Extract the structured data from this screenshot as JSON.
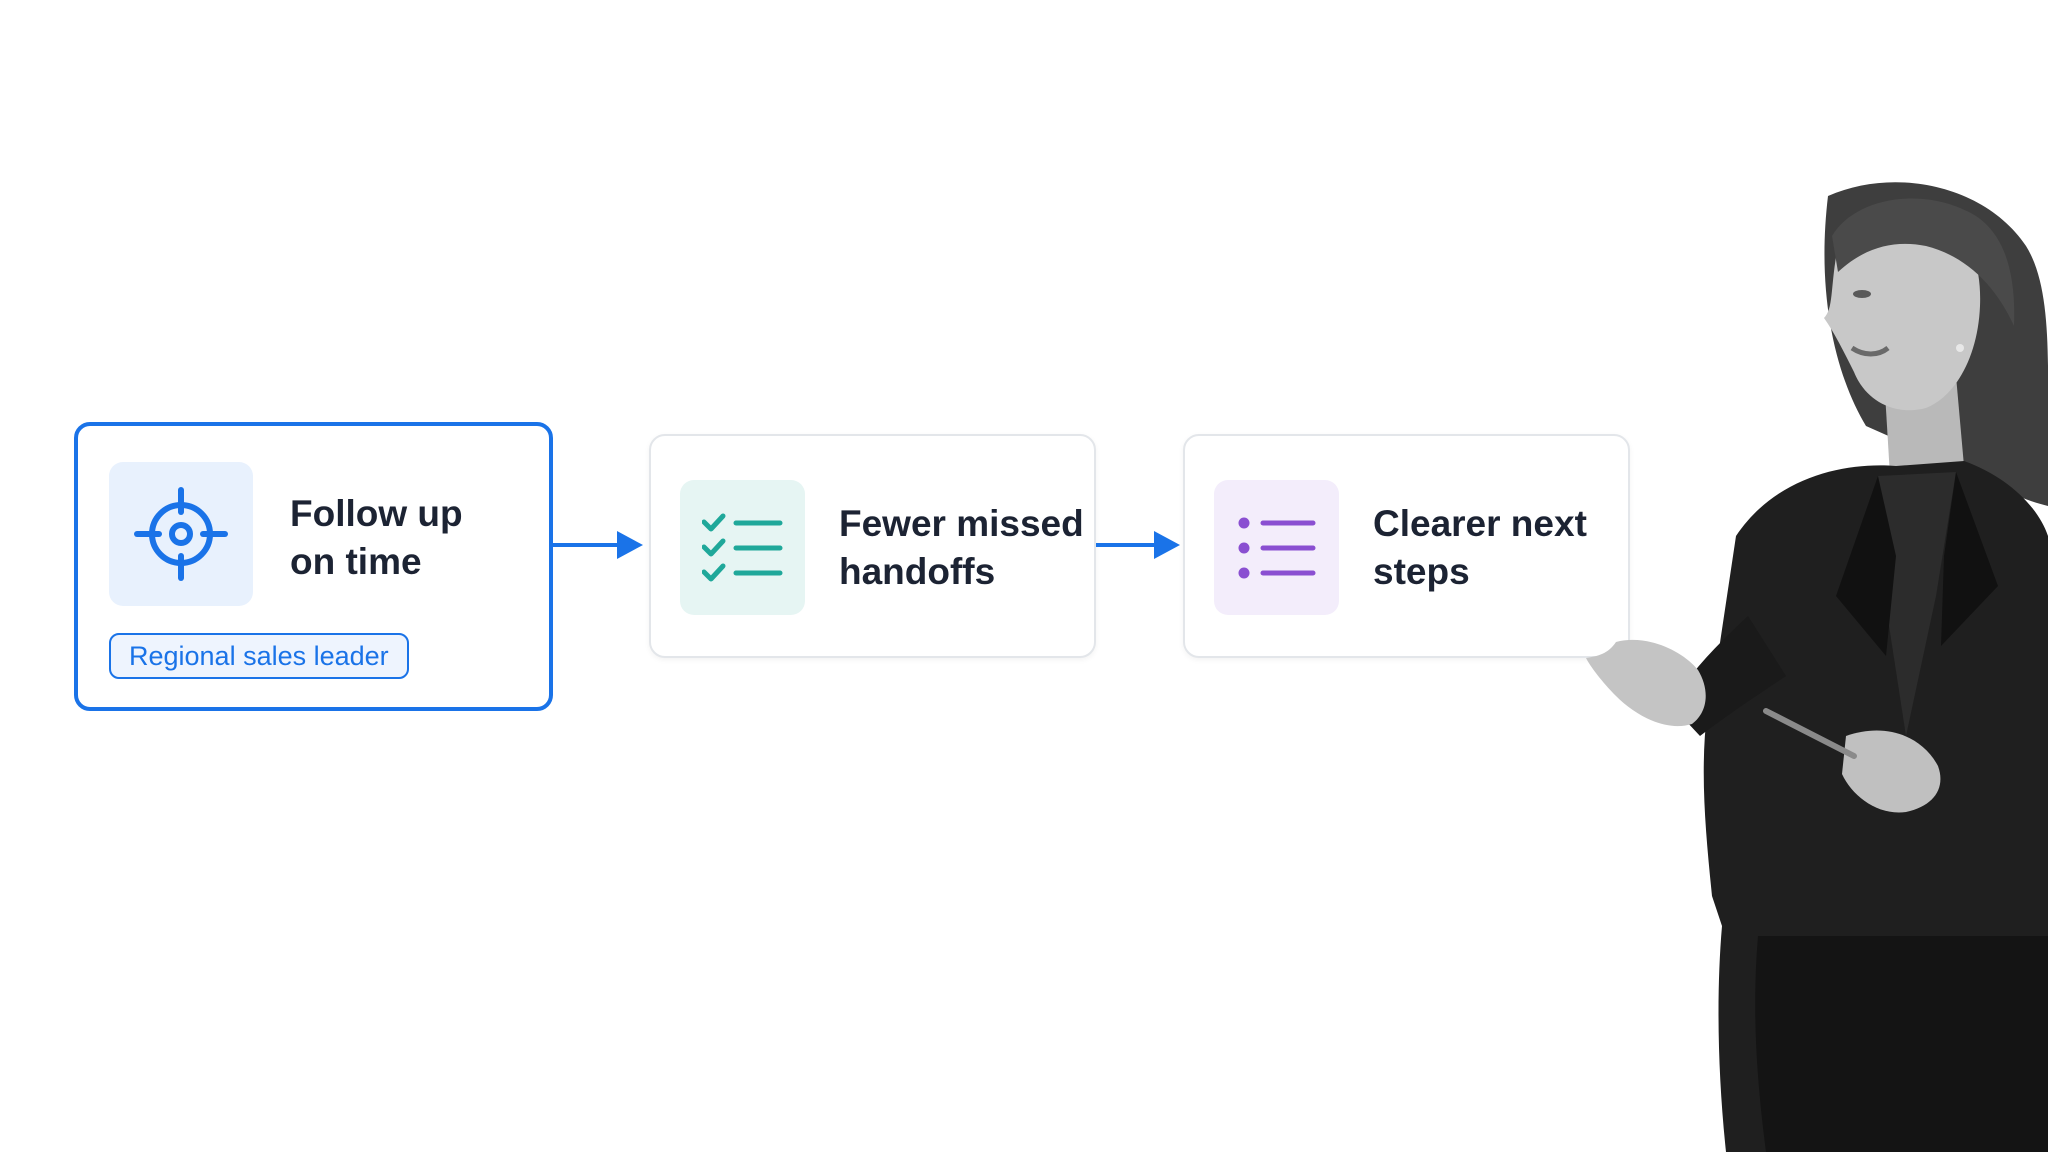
{
  "colors": {
    "accent": "#1a73e8",
    "teal": "#1fa89a",
    "purple": "#8a4fd1",
    "title_text": "#1c2333",
    "card_border": "#e3e6ea"
  },
  "steps": [
    {
      "title": "Follow up\non time",
      "icon": "target-crosshair-icon",
      "badge": "Regional sales leader",
      "highlighted": true
    },
    {
      "title": "Fewer missed\nhandoffs",
      "icon": "checklist-icon",
      "highlighted": false
    },
    {
      "title": "Clearer next\nsteps",
      "icon": "bullet-list-icon",
      "highlighted": false
    }
  ],
  "connectors": [
    {
      "from": 0,
      "to": 1,
      "icon": "arrow-right-icon"
    },
    {
      "from": 1,
      "to": 2,
      "icon": "arrow-right-icon"
    }
  ],
  "presenter": {
    "description_icon": "presenter-photo",
    "style": "greyscale"
  }
}
